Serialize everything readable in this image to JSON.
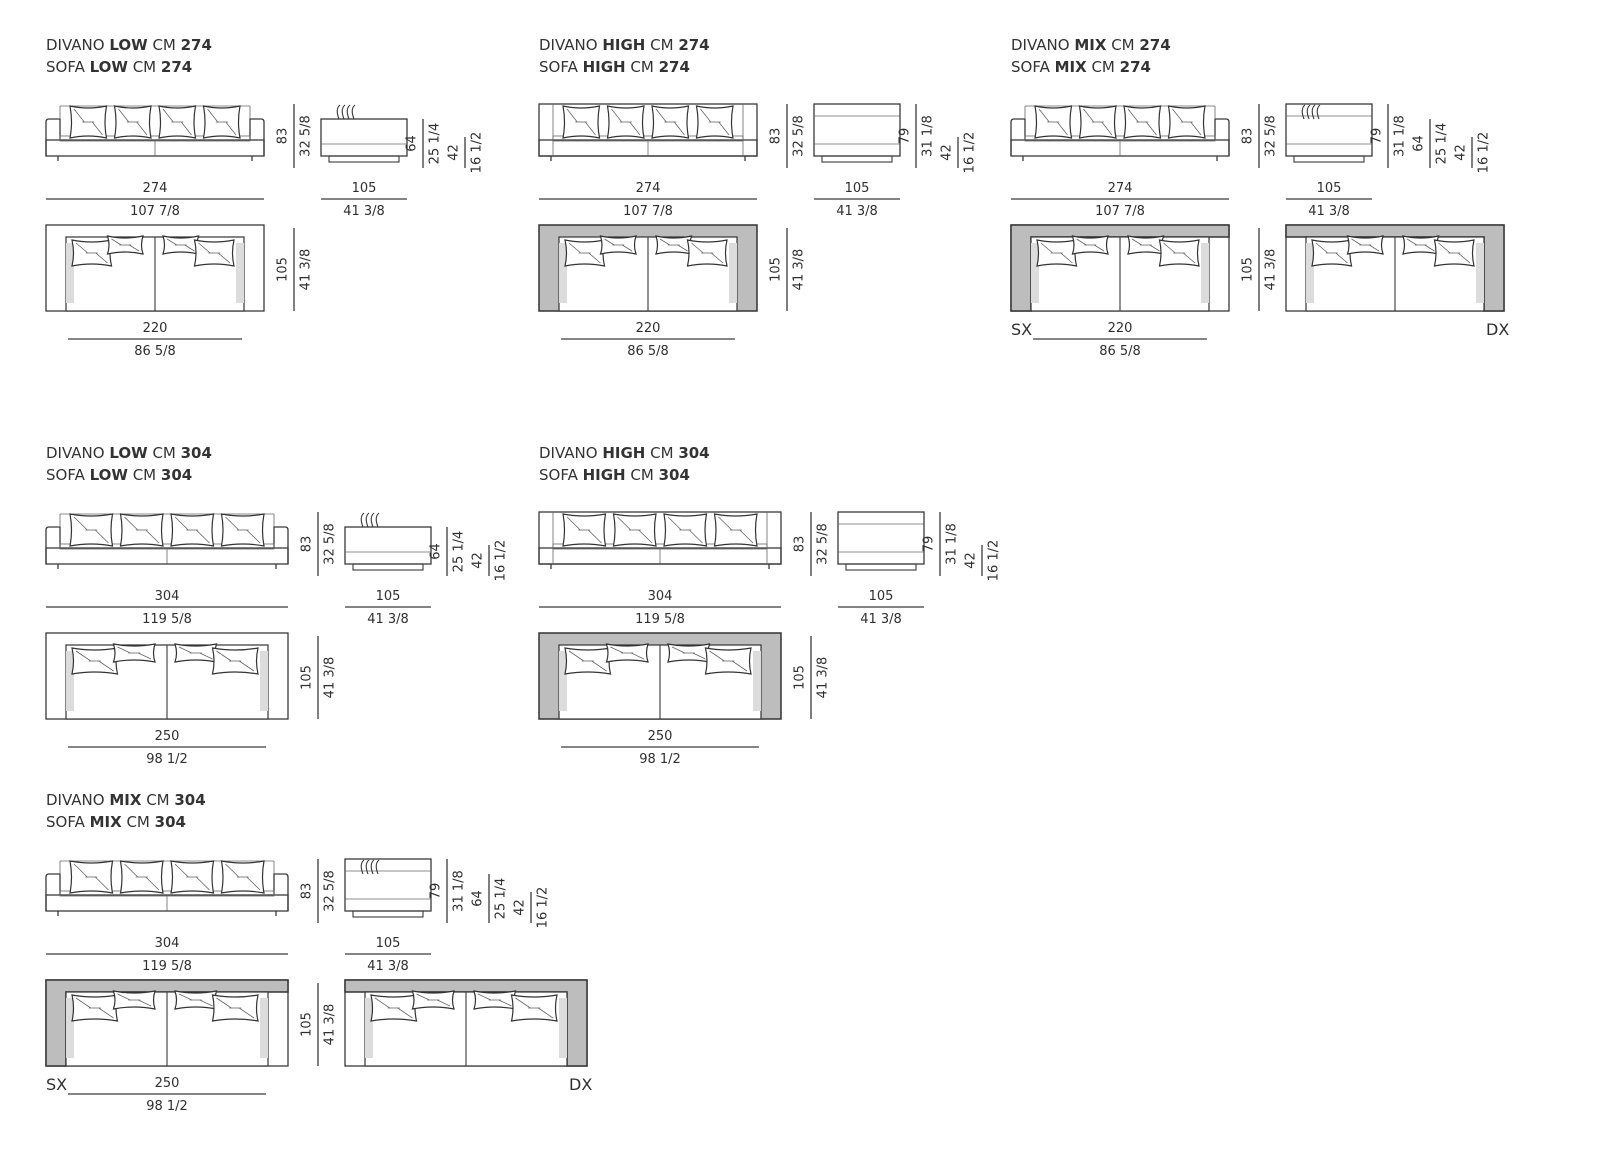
{
  "groups": [
    {
      "title1": {
        "pre": "DIVANO ",
        "bold": "LOW",
        "mid": " CM ",
        "num": "274"
      },
      "title2": {
        "pre": "SOFA ",
        "bold": "LOW",
        "mid": " CM ",
        "num": "274"
      },
      "front_w": "274",
      "front_w_in": "107 7/8",
      "front_h": "83",
      "front_h_in": "32 5/8",
      "side_w": "105",
      "side_w_in": "41 3/8",
      "side_dims": [
        [
          "64",
          "25 1/4"
        ],
        [
          "42",
          "16 1/2"
        ]
      ],
      "top_w": "220",
      "top_w_in": "86 5/8",
      "top_d": "105",
      "top_d_in": "41 3/8"
    },
    {
      "title1": {
        "pre": "DIVANO ",
        "bold": "HIGH",
        "mid": " CM ",
        "num": "274"
      },
      "title2": {
        "pre": "SOFA ",
        "bold": "HIGH",
        "mid": " CM ",
        "num": "274"
      },
      "front_w": "274",
      "front_w_in": "107 7/8",
      "front_h": "83",
      "front_h_in": "32 5/8",
      "side_w": "105",
      "side_w_in": "41 3/8",
      "side_dims": [
        [
          "79",
          "31 1/8"
        ],
        [
          "42",
          "16 1/2"
        ]
      ],
      "top_w": "220",
      "top_w_in": "86 5/8",
      "top_d": "105",
      "top_d_in": "41 3/8"
    },
    {
      "title1": {
        "pre": "DIVANO ",
        "bold": "MIX",
        "mid": " CM ",
        "num": "274"
      },
      "title2": {
        "pre": "SOFA ",
        "bold": "MIX",
        "mid": " CM ",
        "num": "274"
      },
      "front_w": "274",
      "front_w_in": "107 7/8",
      "front_h": "83",
      "front_h_in": "32 5/8",
      "side_w": "105",
      "side_w_in": "41 3/8",
      "side_dims": [
        [
          "79",
          "31 1/8"
        ],
        [
          "64",
          "25 1/4"
        ],
        [
          "42",
          "16 1/2"
        ]
      ],
      "top_w": "220",
      "top_w_in": "86 5/8",
      "top_d": "105",
      "top_d_in": "41 3/8",
      "left_label": "SX",
      "right_label": "DX"
    },
    {
      "title1": {
        "pre": "DIVANO ",
        "bold": "LOW",
        "mid": " CM ",
        "num": "304"
      },
      "title2": {
        "pre": "SOFA ",
        "bold": "LOW",
        "mid": " CM ",
        "num": "304"
      },
      "front_w": "304",
      "front_w_in": "119 5/8",
      "front_h": "83",
      "front_h_in": "32 5/8",
      "side_w": "105",
      "side_w_in": "41 3/8",
      "side_dims": [
        [
          "64",
          "25 1/4"
        ],
        [
          "42",
          "16 1/2"
        ]
      ],
      "top_w": "250",
      "top_w_in": "98 1/2",
      "top_d": "105",
      "top_d_in": "41 3/8"
    },
    {
      "title1": {
        "pre": "DIVANO ",
        "bold": "HIGH",
        "mid": " CM ",
        "num": "304"
      },
      "title2": {
        "pre": "SOFA ",
        "bold": "HIGH",
        "mid": " CM ",
        "num": "304"
      },
      "front_w": "304",
      "front_w_in": "119 5/8",
      "front_h": "83",
      "front_h_in": "32 5/8",
      "side_w": "105",
      "side_w_in": "41 3/8",
      "side_dims": [
        [
          "79",
          "31 1/8"
        ],
        [
          "42",
          "16 1/2"
        ]
      ],
      "top_w": "250",
      "top_w_in": "98 1/2",
      "top_d": "105",
      "top_d_in": "41 3/8"
    },
    {
      "title1": {
        "pre": "DIVANO ",
        "bold": "MIX",
        "mid": " CM ",
        "num": "304"
      },
      "title2": {
        "pre": "SOFA ",
        "bold": "MIX",
        "mid": " CM ",
        "num": "304"
      },
      "front_w": "304",
      "front_w_in": "119 5/8",
      "front_h": "83",
      "front_h_in": "32 5/8",
      "side_w": "105",
      "side_w_in": "41 3/8",
      "side_dims": [
        [
          "79",
          "31 1/8"
        ],
        [
          "64",
          "25 1/4"
        ],
        [
          "42",
          "16 1/2"
        ]
      ],
      "top_w": "250",
      "top_w_in": "98 1/2",
      "top_d": "105",
      "top_d_in": "41 3/8",
      "left_label": "SX",
      "right_label": "DX"
    }
  ]
}
